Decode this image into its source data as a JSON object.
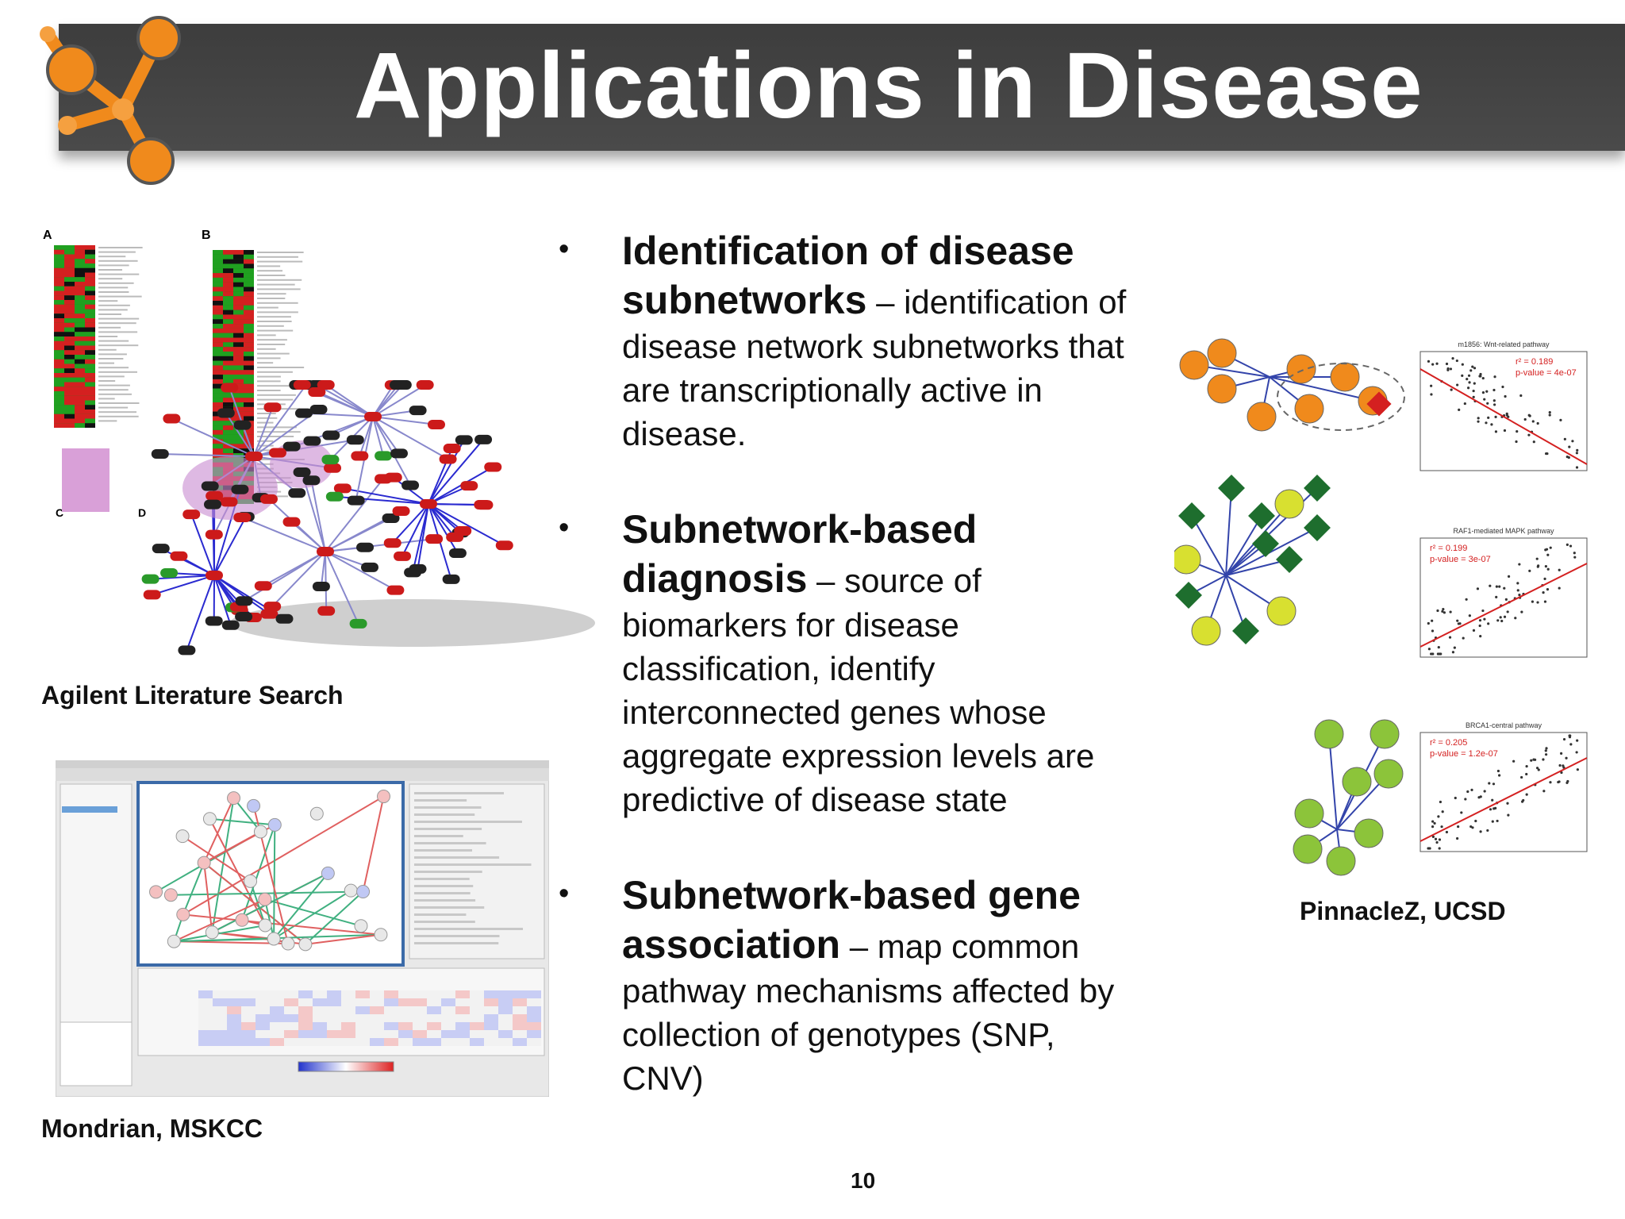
{
  "slide": {
    "title": "Applications in Disease",
    "page_number": "10"
  },
  "bullets": [
    {
      "head": "Identification of disease subnetworks",
      "text": " – identification of disease network subnetworks that are transcriptionally active in disease."
    },
    {
      "head": "Subnetwork-based diagnosis",
      "text": " – source of biomarkers for disease classification, identify interconnected genes whose aggregate expression levels are predictive of disease state"
    },
    {
      "head": "Subnetwork-based gene association",
      "text": " – map common pathway mechanisms affected by collection of genotypes (SNP, CNV)"
    }
  ],
  "figures": {
    "agilent": {
      "caption": "Agilent Literature Search",
      "panel_a": "A",
      "panel_b": "B",
      "panel_c": "C",
      "panel_d": "D"
    },
    "mondrian": {
      "caption": "Mondrian, MSKCC"
    },
    "pinnaclez": {
      "caption": "PinnacleZ, UCSD",
      "panels": [
        {
          "title": "m1856: Wnt-related pathway",
          "r2": "r² = 0.189",
          "pvalue": "p-value = 4e-07"
        },
        {
          "title": "RAF1-mediated MAPK pathway",
          "r2": "r² = 0.199",
          "pvalue": "p-value = 3e-07"
        },
        {
          "title": "BRCA1-central pathway",
          "r2": "r² = 0.205",
          "pvalue": "p-value = 1.2e-07"
        }
      ]
    }
  },
  "colors": {
    "title_bar": "#444444",
    "logo_orange": "#f08a1c",
    "net_red": "#d42020",
    "net_blue": "#2a2ad0"
  }
}
